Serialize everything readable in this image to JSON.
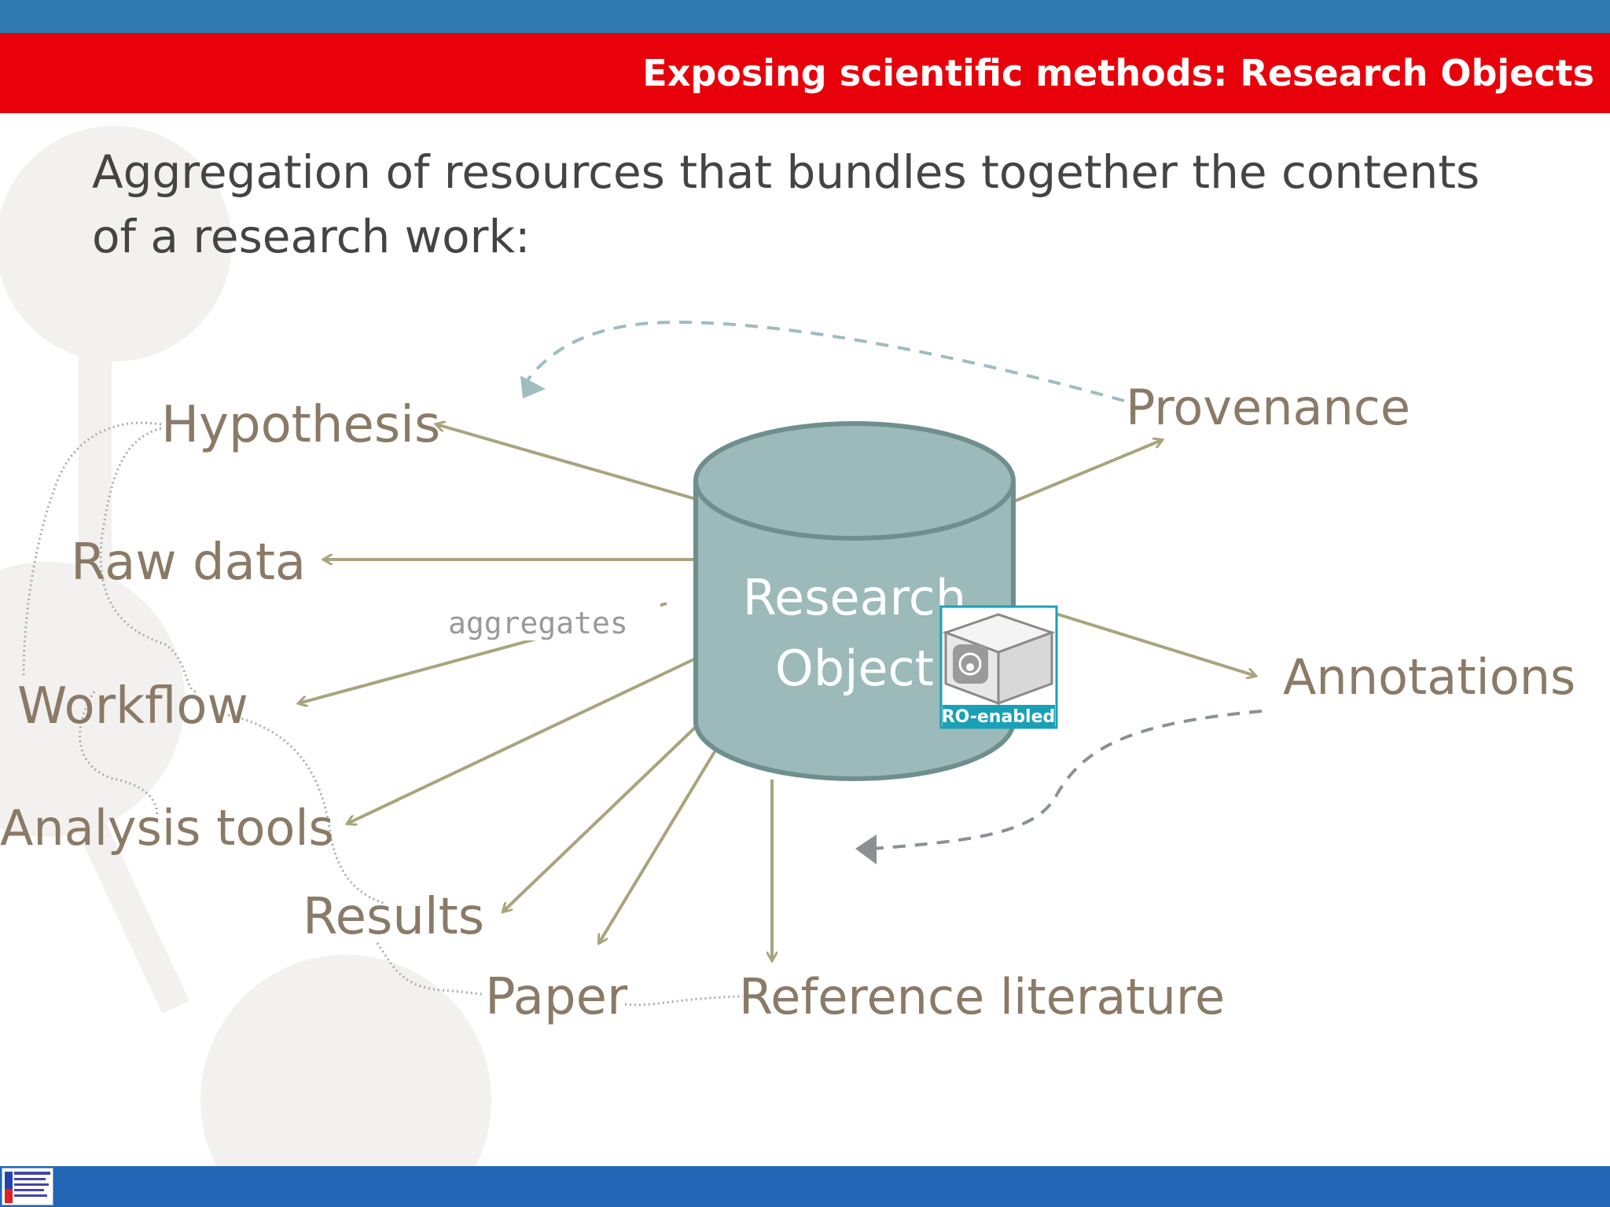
{
  "slide": {
    "title": "Exposing scientific methods: Research Objects",
    "intro_line1": "Aggregation of resources that bundles together the contents",
    "intro_line2": "of a research work:"
  },
  "diagram": {
    "center_line1": "Research",
    "center_line2": "Object",
    "edge_label": "aggregates",
    "badge_label": "RO-enabled",
    "nodes": {
      "hypothesis": "Hypothesis",
      "raw_data": "Raw data",
      "workflow": "Workflow",
      "analysis_tools": "Analysis tools",
      "results": "Results",
      "paper": "Paper",
      "reference_literature": "Reference literature",
      "provenance": "Provenance",
      "annotations": "Annotations"
    }
  },
  "colors": {
    "top_bar": "#2f79b0",
    "title_bar": "#e8000b",
    "bottom_bar": "#2265b5",
    "cylinder": "#9bbab9",
    "arrow": "#a9a47c",
    "dashed_arrow_top": "#9fbcbf",
    "dashed_arrow_right": "#8a9094",
    "node_text": "#8a7a66"
  },
  "icons": {
    "badge": "ro-enabled-box-icon",
    "footer_logo": "ontology-engineering-group-logo"
  }
}
